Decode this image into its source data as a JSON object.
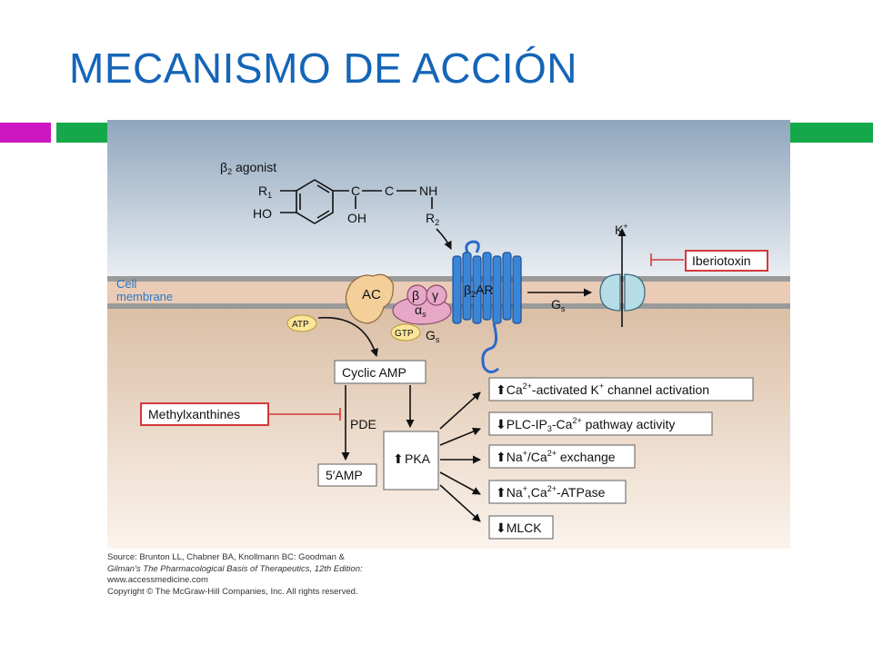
{
  "slide": {
    "title": "MECANISMO DE ACCIÓN",
    "accent_colors": {
      "magenta": "#cc17c2",
      "green": "#15a84a"
    }
  },
  "diagram": {
    "agonist_label": "β2 agonist",
    "molecule": {
      "r1": "R1",
      "ho": "HO",
      "c_left": "C",
      "c_right": "C",
      "nh": "NH",
      "oh": "OH",
      "r2": "R2"
    },
    "cell_membrane": [
      "Cell",
      "membrane"
    ],
    "ac": "AC",
    "beta": "β",
    "gamma": "γ",
    "alpha_s": "αs",
    "b2ar": "β2AR",
    "gs_right": "Gs",
    "gs_left": "Gs",
    "k_plus": "K+",
    "iberiotoxin": "Iberiotoxin",
    "atp": "ATP",
    "gtp": "GTP",
    "cyclic_amp": "Cyclic AMP",
    "methylxanthines": "Methylxanthines",
    "pde": "PDE",
    "amp5": "5′AMP",
    "pka": "PKA",
    "effects": [
      {
        "direction": "up",
        "text": "Ca2+-activated K+ channel activation"
      },
      {
        "direction": "down",
        "text": "PLC-IP3-Ca2+ pathway activity"
      },
      {
        "direction": "up",
        "text": "Na+/Ca2+ exchange"
      },
      {
        "direction": "up",
        "text": "Na+,Ca2+-ATPase"
      },
      {
        "direction": "down",
        "text": "MLCK"
      }
    ]
  },
  "source": {
    "line1": "Source: Brunton LL, Chabner BA, Knollmann BC: Goodman &",
    "line2": "Gilman's The Pharmacological Basis of Therapeutics, 12th Edition:",
    "line3": "www.accessmedicine.com",
    "line4": "Copyright © The McGraw-Hill Companies, Inc. All rights reserved."
  }
}
